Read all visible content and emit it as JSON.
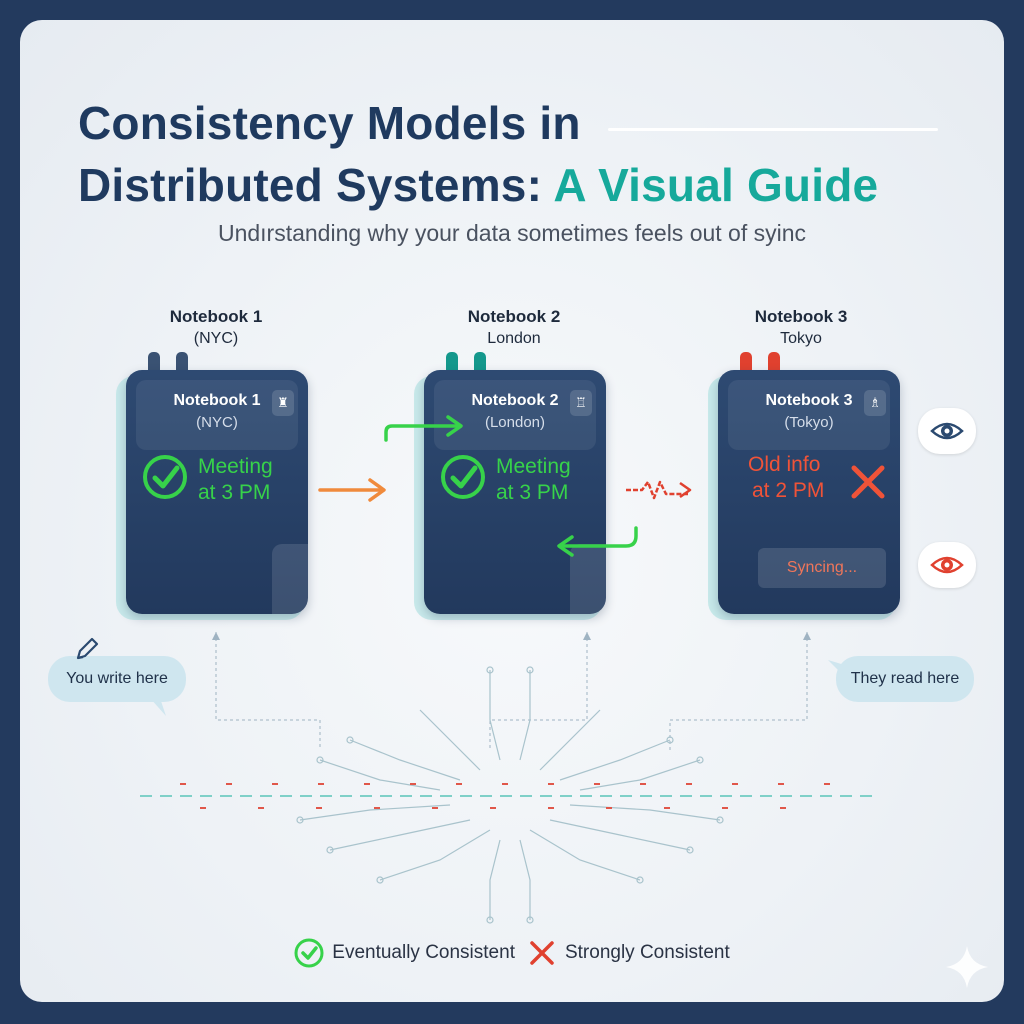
{
  "header": {
    "title_line1": "Consistency Models in",
    "title_line2_plain": "Distributed Systems: ",
    "title_line2_accent": "A Visual Guide",
    "subtitle": "Undırstanding why your data sometimes feels out of syinc"
  },
  "notebooks": [
    {
      "head_name": "Notebook 1",
      "head_loc": "(NYC)",
      "name": "Notebook 1",
      "loc": "(NYC)",
      "icon": "statue-of-liberty-icon",
      "status_line1": "Meeting",
      "status_line2": "at 3 PM",
      "status": "ok",
      "tab_color": "#3a5273"
    },
    {
      "head_name": "Notebook 2",
      "head_loc": "London",
      "name": "Notebook 2",
      "loc": "(London)",
      "icon": "big-ben-icon",
      "status_line1": "Meeting",
      "status_line2": "at 3 PM",
      "status": "ok",
      "tab_color": "#14988c"
    },
    {
      "head_name": "Notebook 3",
      "head_loc": "Tokyo",
      "name": "Notebook 3",
      "loc": "(Tokyo)",
      "icon": "tokyo-tower-icon",
      "status_line1": "Old info",
      "status_line2": "at 2 PM",
      "status": "stale",
      "sync_label": "Syncing...",
      "tab_color": "#e0412f"
    }
  ],
  "bubbles": {
    "write": "You write here",
    "read": "They read here"
  },
  "legend": {
    "eventual": "Eventually Consistent",
    "strong": "Strongly Consistent"
  },
  "colors": {
    "green": "#37d24a",
    "red": "#f05338",
    "orange": "#f08a3c",
    "teal": "#16a99b",
    "navy": "#1f3a5f"
  }
}
